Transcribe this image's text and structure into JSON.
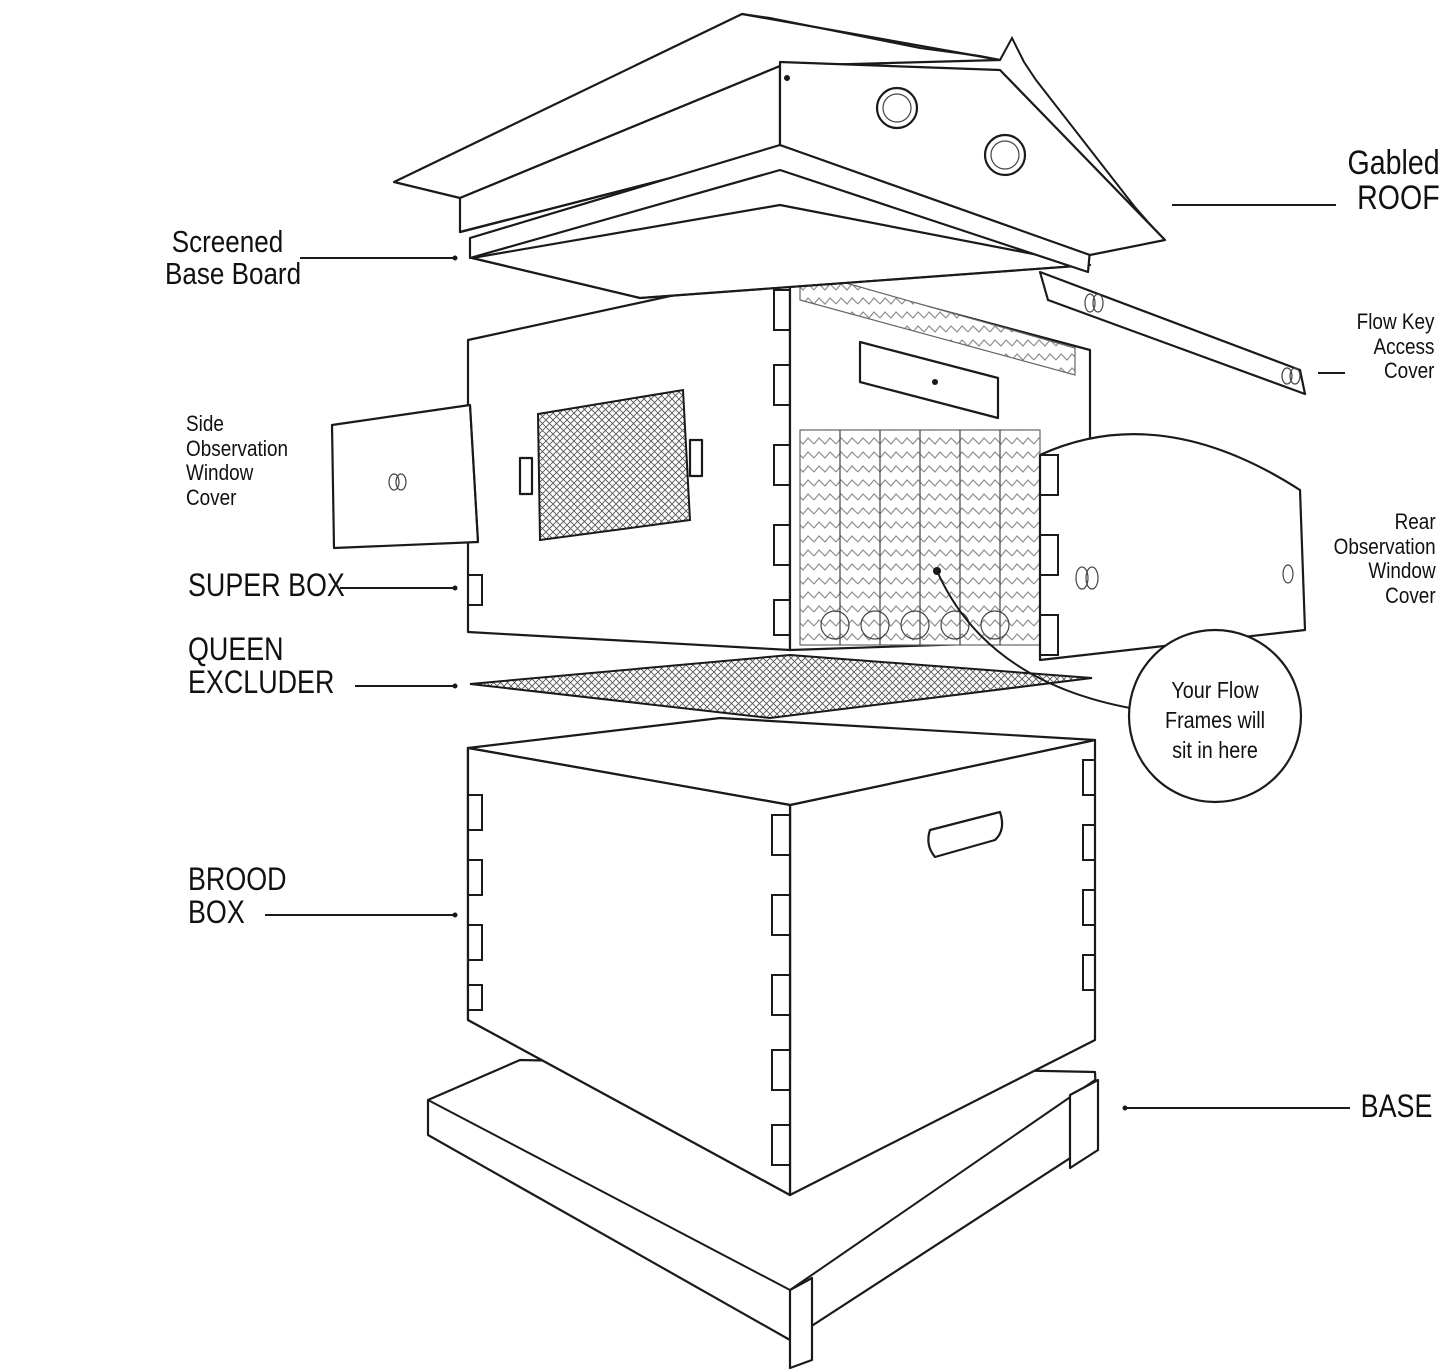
{
  "labels": {
    "gabled_roof": [
      "Gabled",
      "ROOF"
    ],
    "screened_base_board": [
      "Screened",
      "Base Board"
    ],
    "flow_key_access_cover": [
      "Flow Key",
      "Access",
      "Cover"
    ],
    "side_observation_window_cover": [
      "Side",
      "Observation",
      "Window",
      "Cover"
    ],
    "rear_observation_window_cover": [
      "Rear",
      "Observation",
      "Window",
      "Cover"
    ],
    "super_box": "SUPER BOX",
    "queen_excluder": [
      "QUEEN",
      "EXCLUDER"
    ],
    "flow_frames_callout": [
      "Your Flow",
      "Frames will",
      "sit in here"
    ],
    "brood_box": [
      "BROOD",
      "BOX"
    ],
    "base": "BASE"
  },
  "colors": {
    "ink": "#1a1a1a",
    "background": "#ffffff"
  }
}
